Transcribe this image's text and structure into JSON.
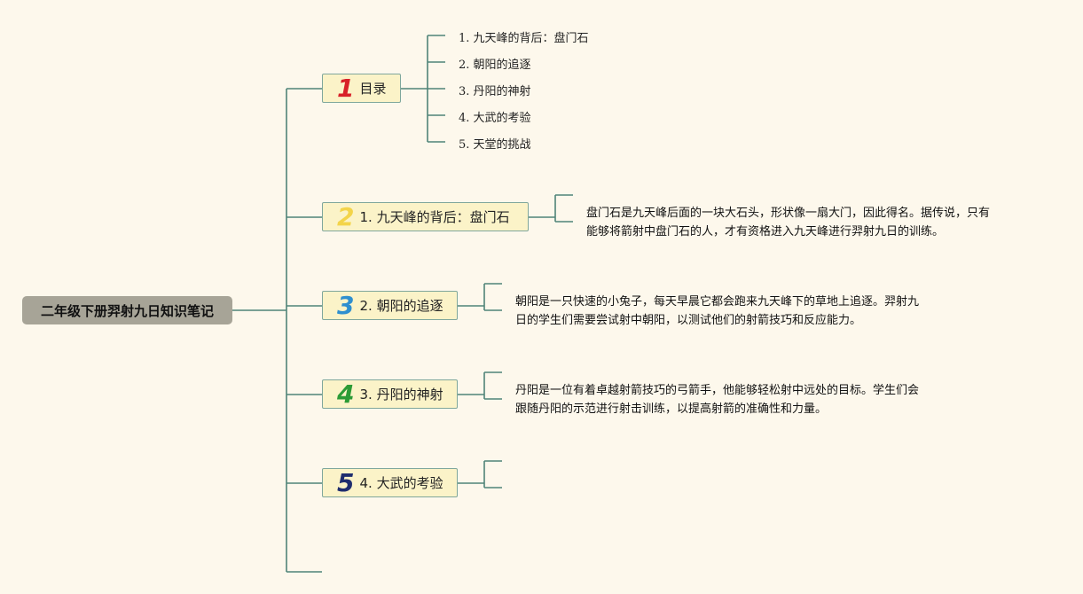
{
  "root": {
    "title": "二年级下册羿射九日知识笔记"
  },
  "colors": {
    "line": "#4f8478",
    "num1": "#d82128",
    "num2": "#f3d44a",
    "num3": "#2f8fcf",
    "num4": "#2c9b35",
    "num5": "#1f2d6e"
  },
  "branches": [
    {
      "num": "1",
      "label": "目录",
      "num_color_key": "num1",
      "icon": "number-1-icon"
    },
    {
      "num": "2",
      "label": "1. 九天峰的背后：盘门石",
      "num_color_key": "num2",
      "icon": "number-2-icon"
    },
    {
      "num": "3",
      "label": "2. 朝阳的追逐",
      "num_color_key": "num3",
      "icon": "number-3-icon"
    },
    {
      "num": "4",
      "label": "3. 丹阳的神射",
      "num_color_key": "num4",
      "icon": "number-4-icon"
    },
    {
      "num": "5",
      "label": "4. 大武的考验",
      "num_color_key": "num5",
      "icon": "number-5-icon"
    }
  ],
  "toc": {
    "items": [
      "1. 九天峰的背后：盘门石",
      "2. 朝阳的追逐",
      "3. 丹阳的神射",
      "4. 大武的考验",
      "5. 天堂的挑战"
    ]
  },
  "details": {
    "d1": [
      "盘门石是九天峰后面的一块大石头，形状像一扇大门，因此得名。据传说，只有",
      "能够将箭射中盘门石的人，才有资格进入九天峰进行羿射九日的训练。"
    ],
    "d2": [
      "朝阳是一只快速的小兔子，每天早晨它都会跑来九天峰下的草地上追逐。羿射九",
      "日的学生们需要尝试射中朝阳，以测试他们的射箭技巧和反应能力。"
    ],
    "d3": [
      "丹阳是一位有着卓越射箭技巧的弓箭手，他能够轻松射中远处的目标。学生们会",
      "跟随丹阳的示范进行射击训练，以提高射箭的准确性和力量。"
    ]
  }
}
